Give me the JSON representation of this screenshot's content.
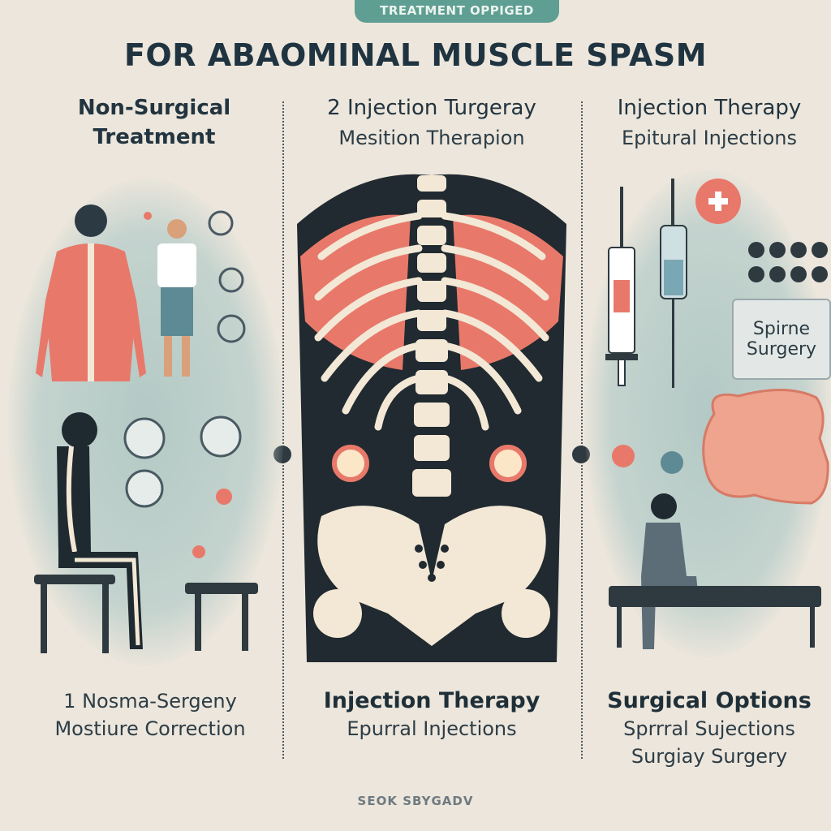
{
  "header": {
    "badge": "TREATMENT OPPIGED",
    "title": "FOR ABAOMINAL MUSCLE SPASM"
  },
  "columns": [
    {
      "heading": "Non-Surgical",
      "heading2": "Treatment",
      "caption_title": "1 Nosma-Sergeny",
      "caption_sub": "Mostiure Correction"
    },
    {
      "heading": "2 Injection Turgeray",
      "heading2": "Mesition Therapion",
      "caption_title": "Injection Therapy",
      "caption_sub": "Epurral Injections"
    },
    {
      "heading": "Injection Therapy",
      "heading2": "Epitural Injections",
      "caption_title": "Surgical Options",
      "caption_sub": "Sprrral Sujections",
      "caption_sub2": "Surgiay Surgery"
    }
  ],
  "panel_label": [
    "Spirne",
    "Surgery"
  ],
  "footer": "SEOK SBYGADV",
  "colors": {
    "background": "#ece6dc",
    "badge": "#5f9e92",
    "title_text": "#1f3440",
    "muscle": "#e8796a",
    "bone": "#f3e8d6",
    "panel_teal": "#b3c9c5"
  }
}
